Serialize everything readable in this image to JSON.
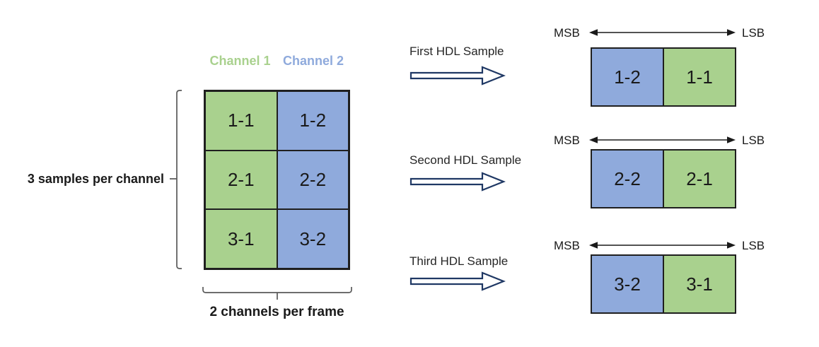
{
  "colors": {
    "green": "#A9D18E",
    "blue": "#8FAADC",
    "cell_border": "#1f1f1f",
    "arrow_outline": "#1F3864",
    "bracket": "#595959",
    "text": "#1a1a1a"
  },
  "channel_headers": [
    {
      "label": "Channel 1",
      "color": "green"
    },
    {
      "label": "Channel 2",
      "color": "blue"
    }
  ],
  "frame_grid": {
    "rows": [
      {
        "cells": [
          {
            "label": "1-1",
            "color": "green"
          },
          {
            "label": "1-2",
            "color": "blue"
          }
        ]
      },
      {
        "cells": [
          {
            "label": "2-1",
            "color": "green"
          },
          {
            "label": "2-2",
            "color": "blue"
          }
        ]
      },
      {
        "cells": [
          {
            "label": "3-1",
            "color": "green"
          },
          {
            "label": "3-2",
            "color": "blue"
          }
        ]
      }
    ]
  },
  "annotations": {
    "samples_per_channel": "3 samples per channel",
    "channels_per_frame": "2 channels per frame"
  },
  "samples": [
    {
      "label": "First HDL Sample",
      "msb": "MSB",
      "lsb": "LSB",
      "cells": [
        {
          "label": "1-2",
          "color": "blue"
        },
        {
          "label": "1-1",
          "color": "green"
        }
      ]
    },
    {
      "label": "Second HDL Sample",
      "msb": "MSB",
      "lsb": "LSB",
      "cells": [
        {
          "label": "2-2",
          "color": "blue"
        },
        {
          "label": "2-1",
          "color": "green"
        }
      ]
    },
    {
      "label": "Third HDL Sample",
      "msb": "MSB",
      "lsb": "LSB",
      "cells": [
        {
          "label": "3-2",
          "color": "blue"
        },
        {
          "label": "3-1",
          "color": "green"
        }
      ]
    }
  ]
}
